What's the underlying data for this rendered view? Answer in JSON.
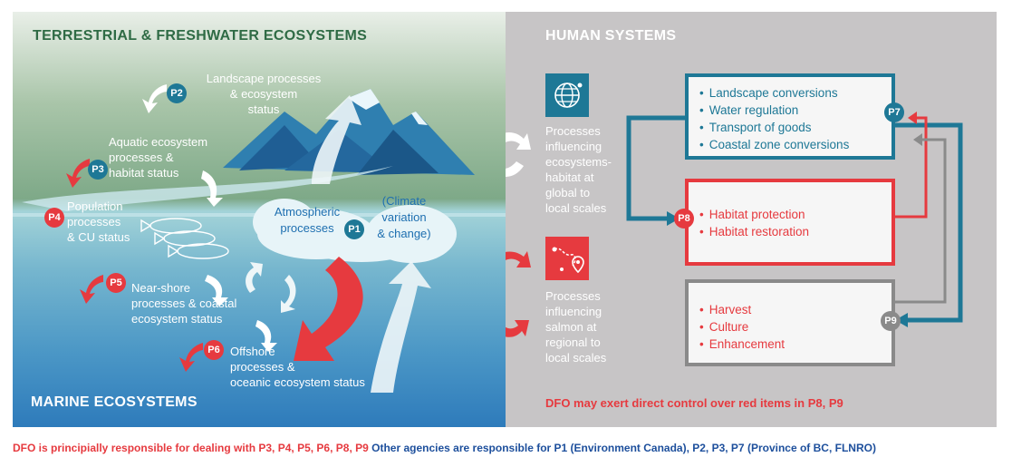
{
  "left_panel": {
    "title_terrestrial": "TERRESTRIAL & FRESHWATER ECOSYSTEMS",
    "title_marine": "MARINE ECOSYSTEMS",
    "processes": [
      {
        "badge": "P2",
        "label": "Landscape processes\n& ecosystem\nstatus"
      },
      {
        "badge": "P3",
        "label": "Aquatic ecosystem\nprocesses &\nhabitat status"
      },
      {
        "badge": "P4",
        "label": "Population\nprocesses\n& CU status"
      },
      {
        "badge": "P5",
        "label": "Near-shore\nprocesses & coastal\necosystem status"
      },
      {
        "badge": "P6",
        "label": "Offshore\nprocesses &\noceanic ecosystem status"
      }
    ],
    "atmosphere": {
      "label": "Atmospheric\nprocesses",
      "badge": "P1",
      "climate": "(Climate\nvariation\n& change)"
    }
  },
  "right_panel": {
    "title": "HUMAN SYSTEMS",
    "global_text": "Processes\ninfluencing\necosystems-\nhabitat at\nglobal to\nlocal scales",
    "regional_text": "Processes\ninfluencing\nsalmon at\nregional to\nlocal scales",
    "global_icon": "globe-network-icon",
    "regional_icon": "map-route-pin-icon",
    "box_p7": {
      "badge": "P7",
      "items": [
        "Landscape conversions",
        "Water regulation",
        "Transport of goods",
        "Coastal zone conversions"
      ]
    },
    "box_p8": {
      "badge": "P8",
      "items": [
        "Habitat protection",
        "Habitat restoration"
      ]
    },
    "box_p9": {
      "badge": "P9",
      "items": [
        "Harvest",
        "Culture",
        "Enhancement"
      ]
    },
    "note": "DFO may exert direct control over red items in P8, P9"
  },
  "footer": {
    "dfo": "DFO is principially responsible for dealing with P3, P4, P5, P6, P8, P9",
    "others": "Other agencies are responsible for P1 (Environment Canada), P2, P3, P7 (Province of BC, FLNRO)"
  },
  "colors": {
    "red": "#e63a3f",
    "teal": "#1e7896",
    "grey": "#8a8a8a",
    "title_green": "#2f6b45",
    "footer_blue": "#1d4f9c"
  }
}
